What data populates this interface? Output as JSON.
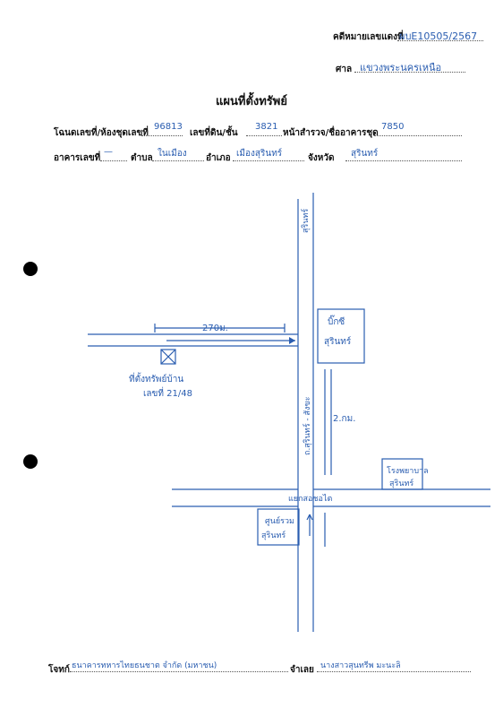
{
  "header": {
    "case_label": "คดีหมายเลขแดงที่",
    "case_value": "ผบE10505/2567",
    "court_label": "ศาล",
    "court_value": "แขวงพระนครเหนือ"
  },
  "title": "แผนที่ตั้งทรัพย์",
  "fields_row1": {
    "deed_label": "โฉนดเลขที่/ห้องชุดเลขที่",
    "deed_value": "96813",
    "land_label": "เลขที่ดิน/ชั้น",
    "land_value": "3821",
    "survey_label": "หน้าสำรวจ/ชื่ออาคารชุด",
    "survey_value": "7850"
  },
  "fields_row2": {
    "building_label": "อาคารเลขที่",
    "building_value": "—",
    "subdistrict_label": "ตำบล",
    "subdistrict_value": "ในเมือง",
    "district_label": "อำเภอ",
    "district_value": "เมืองสุรินทร์",
    "province_label": "จังหวัด",
    "province_value": "สุรินทร์"
  },
  "map": {
    "road_top_label": "สุรินทร์",
    "distance_top": "270ม.",
    "lotus_label_1": "บิ๊กซี",
    "lotus_label_2": "สุรินทร์",
    "property_label_1": "ที่ตั้งทรัพย์บ้าน",
    "property_label_2": "เลขที่ 21/48",
    "vertical_road_label": "ถ.สุรินทร์ - สังขะ",
    "distance_mid": "2.กม.",
    "hospital_label_1": "โรงพยาบาล",
    "hospital_label_2": "สุรินทร์",
    "intersection_label": "แยกสอชอไต",
    "market_label_1": "ศูนย์รวม",
    "market_label_2": "สุรินทร์"
  },
  "footer": {
    "plaintiff_label": "โจทก์",
    "plaintiff_value": "ธนาคารทหารไทยธนชาต จำกัด (มหาชน)",
    "defendant_label": "จำเลย",
    "defendant_value": "นางสาวสุนทรีพ มะนะลิ"
  },
  "colors": {
    "ink": "#2a5db0",
    "print": "#111111",
    "paper": "#ffffff"
  }
}
